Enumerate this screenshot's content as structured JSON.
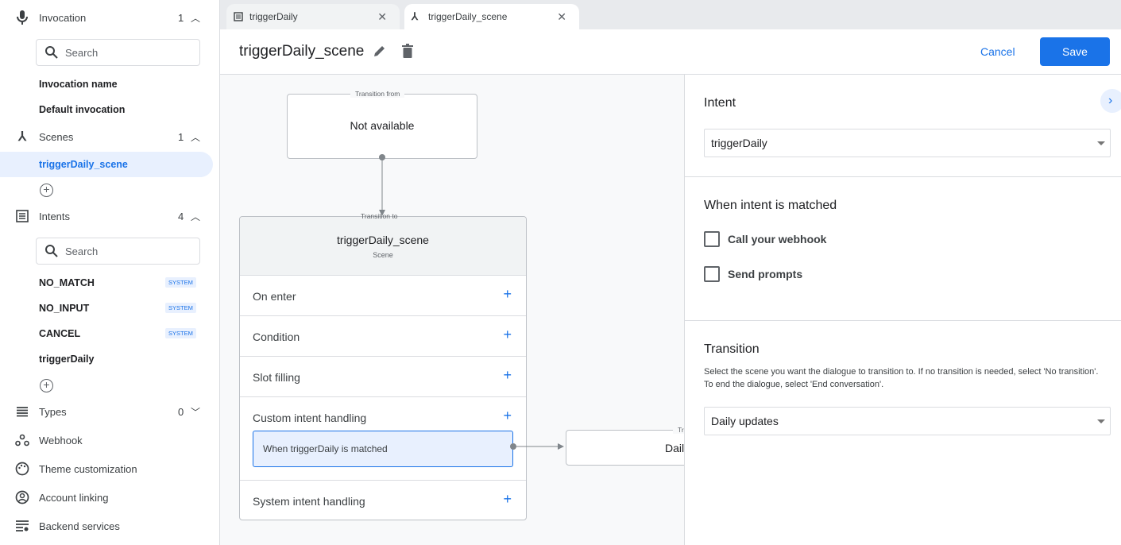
{
  "sidebar": {
    "invocation": {
      "label": "Invocation",
      "count": "1",
      "search_placeholder": "Search",
      "items": [
        "Invocation name",
        "Default invocation"
      ]
    },
    "scenes": {
      "label": "Scenes",
      "count": "1",
      "items": [
        "triggerDaily_scene"
      ]
    },
    "intents": {
      "label": "Intents",
      "count": "4",
      "search_placeholder": "Search",
      "items": [
        {
          "label": "NO_MATCH",
          "badge": "SYSTEM"
        },
        {
          "label": "NO_INPUT",
          "badge": "SYSTEM"
        },
        {
          "label": "CANCEL",
          "badge": "SYSTEM"
        },
        {
          "label": "triggerDaily"
        }
      ]
    },
    "types": {
      "label": "Types",
      "count": "0"
    },
    "webhook": "Webhook",
    "theme": "Theme customization",
    "account": "Account linking",
    "backend": "Backend services"
  },
  "tabs": [
    {
      "label": "triggerDaily",
      "icon": "intent-icon"
    },
    {
      "label": "triggerDaily_scene",
      "icon": "scene-icon",
      "active": true
    }
  ],
  "header": {
    "title": "triggerDaily_scene",
    "cancel": "Cancel",
    "save": "Save"
  },
  "canvas": {
    "from": {
      "label": "Transition from",
      "value": "Not available"
    },
    "scene": {
      "label": "Transition to",
      "name": "triggerDaily_scene",
      "sub": "Scene",
      "rows": [
        "On enter",
        "Condition",
        "Slot filling",
        "Custom intent handling",
        "System intent handling"
      ],
      "handler": "When triggerDaily is matched"
    },
    "target": {
      "label": "Tr",
      "value": "Dail"
    }
  },
  "panel": {
    "intent_heading": "Intent",
    "intent_value": "triggerDaily",
    "matched_heading": "When intent is matched",
    "webhook": "Call your webhook",
    "prompts": "Send prompts",
    "transition_heading": "Transition",
    "transition_desc": "Select the scene you want the dialogue to transition to. If no transition is needed, select 'No transition'. To end the dialogue, select 'End conversation'.",
    "transition_value": "Daily updates"
  },
  "colors": {
    "accent": "#1a73e8",
    "selected_bg": "#e8f0fe"
  }
}
